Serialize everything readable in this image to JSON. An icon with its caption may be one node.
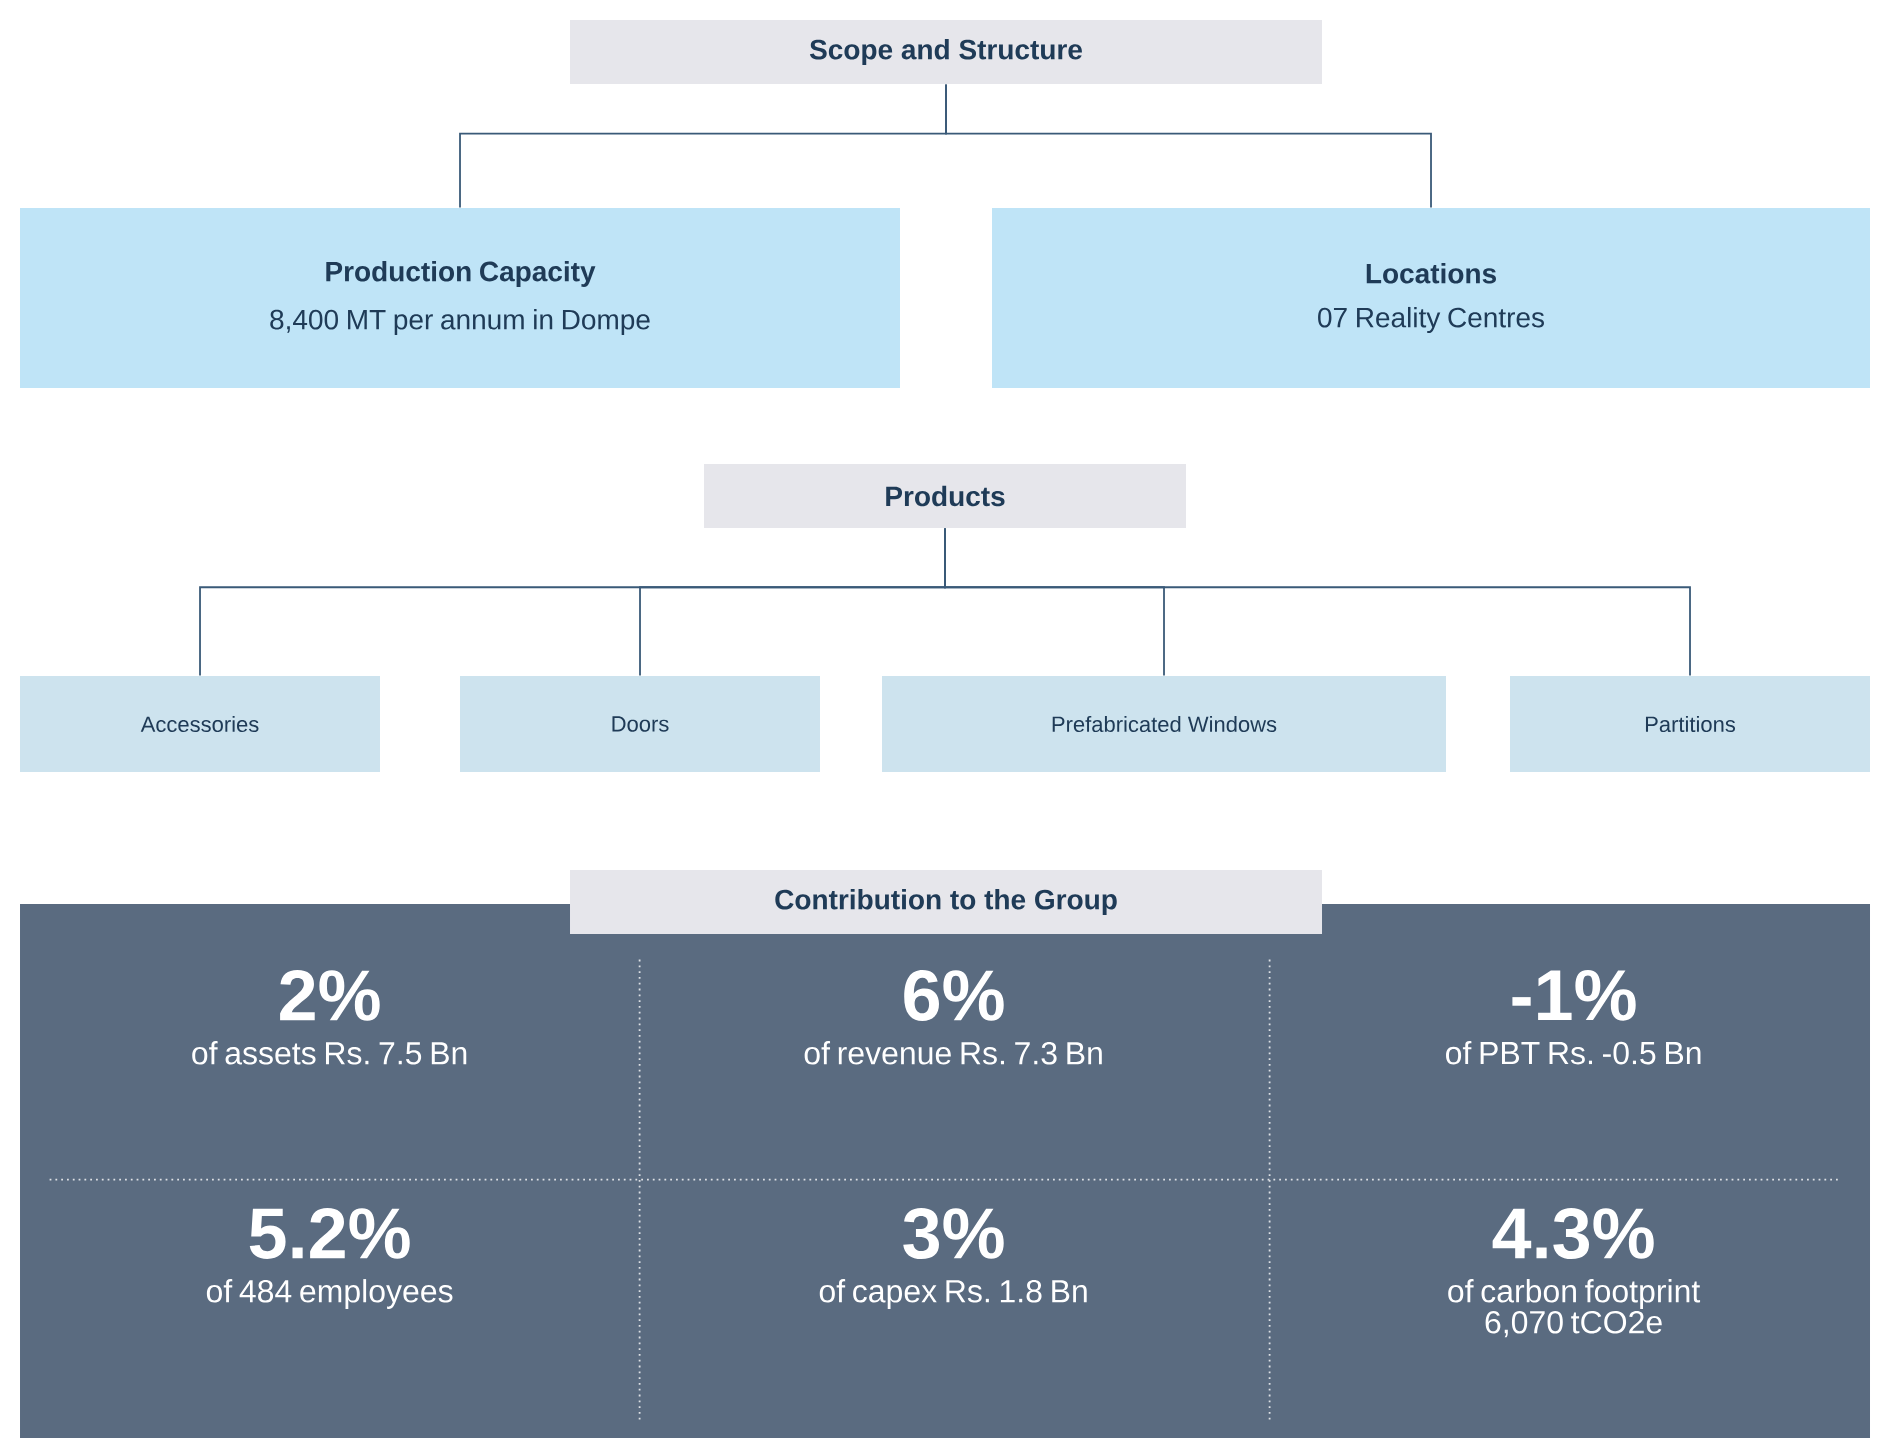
{
  "diagram": {
    "nodes": [
      {
        "text": [
          "Scope and Structure"
        ]
      },
      {
        "text": [
          "Production Capacity",
          "8,400 MT per annum in Dompe"
        ]
      },
      {
        "text": [
          "Locations",
          "07 Reality Centres"
        ]
      },
      {
        "text": [
          "Products"
        ]
      },
      {
        "text": [
          "Accessories"
        ]
      },
      {
        "text": [
          "Doors"
        ]
      },
      {
        "text": [
          "Prefabricated Windows"
        ]
      },
      {
        "text": [
          "Partitions"
        ]
      },
      {
        "text": [
          "Contribution to the Group"
        ]
      },
      {
        "text": [],
        "shape": "box"
      },
      {
        "text": [
          "2%",
          "of assets Rs. 7.5 Bn"
        ],
        "in": 9
      },
      {
        "text": [
          "6%",
          "of revenue Rs. 7.3 Bn"
        ],
        "in": 9
      },
      {
        "text": [
          "-1%",
          "of PBT Rs. -0.5 Bn"
        ],
        "in": 9
      },
      {
        "text": [
          "5.2%",
          "of 484 employees"
        ],
        "in": 9
      },
      {
        "text": [
          "3%",
          "of capex Rs. 1.8 Bn"
        ],
        "in": 9
      },
      {
        "text": [
          "4.3%",
          "of carbon footprint 6,070 tCO2e"
        ],
        "in": 9
      }
    ],
    "edges": [
      {
        "from": 0,
        "to": 1,
        "arrow": "none"
      },
      {
        "from": 0,
        "to": 2,
        "arrow": "none"
      },
      {
        "from": 3,
        "to": 4,
        "arrow": "none"
      },
      {
        "from": 3,
        "to": 5,
        "arrow": "none"
      },
      {
        "from": 3,
        "to": 6,
        "arrow": "none"
      },
      {
        "from": 3,
        "to": 7,
        "arrow": "none"
      }
    ]
  }
}
